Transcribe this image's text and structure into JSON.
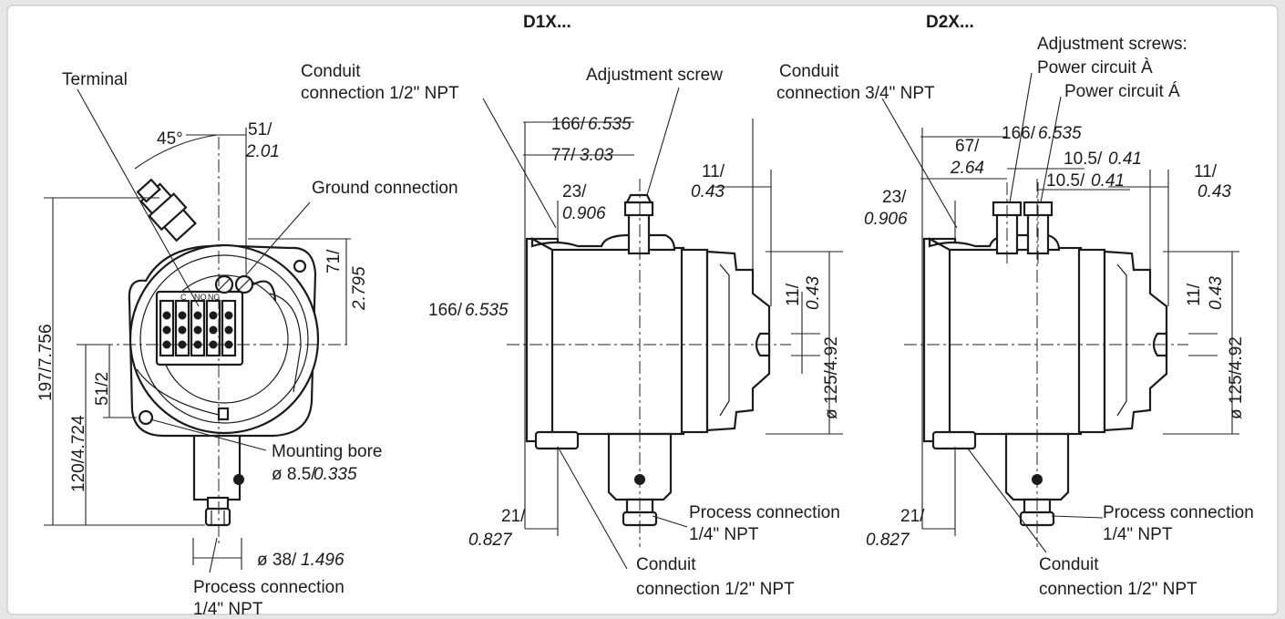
{
  "views": {
    "d1x_title": "D1X...",
    "d2x_title": "D2X..."
  },
  "front": {
    "terminal": "Terminal",
    "angle": "45°",
    "dim_51_a": "51/",
    "dim_51_b": "2.01",
    "ground": "Ground connection",
    "dim_71_a": "71/",
    "dim_71_b": "2.795",
    "dim_197": "197/7.756",
    "dim_120": "120/4.724",
    "dim_51_2": "51/2",
    "mount_1": "Mounting bore",
    "mount_2a": "ø 8.5/",
    "mount_2b": "0.335",
    "dia_38a": "ø 38/",
    "dia_38b": "1.496",
    "proc_1": "Process connection",
    "proc_2": "1/4\" NPT",
    "term_labels": [
      "C",
      "NO",
      "NC"
    ]
  },
  "d1x": {
    "conduit_top_1": "Conduit",
    "conduit_top_2": "connection 1/2\" NPT",
    "adj": "Adjustment screw",
    "conduit_r_1": "Conduit",
    "conduit_r_2": "connection 3/4\" NPT",
    "dim_166a": "166/",
    "dim_166b": "6.535",
    "dim_77a": "77/",
    "dim_77b": "3.03",
    "dim_23a": "23/",
    "dim_23b": "0.906",
    "dim_11a": "11/",
    "dim_11b": "0.43",
    "dim_166_l": "166/",
    "dim_166_li": "6.535",
    "dim_11v_a": "11/",
    "dim_11v_b": "0.43",
    "dim_125": "ø 125/4.92",
    "dim_21a": "21/",
    "dim_21b": "0.827",
    "proc_1": "Process connection",
    "proc_2": "1/4\" NPT",
    "conduit_b_1": "Conduit",
    "conduit_b_2": "connection 1/2\" NPT"
  },
  "d2x": {
    "adj_title": "Adjustment screws:",
    "power1": "Power circuit À",
    "power2": "Power circuit Á",
    "dim_166a": "166/",
    "dim_166b": "6.535",
    "dim_67a": "67/",
    "dim_67b": "2.64",
    "dim_105a_1": "10.5/",
    "dim_105b_1": "0.41",
    "dim_105a_2": "10.5/",
    "dim_105b_2": "0.41",
    "dim_23a": "23/",
    "dim_23b": "0.906",
    "dim_11a": "11/",
    "dim_11b": "0.43",
    "dim_11v_a": "11/",
    "dim_11v_b": "0.43",
    "dim_125": "ø 125/4.92",
    "dim_21a": "21/",
    "dim_21b": "0.827",
    "proc_1": "Process connection",
    "proc_2": "1/4\" NPT",
    "conduit_b_1": "Conduit",
    "conduit_b_2": "connection 1/2\" NPT"
  }
}
